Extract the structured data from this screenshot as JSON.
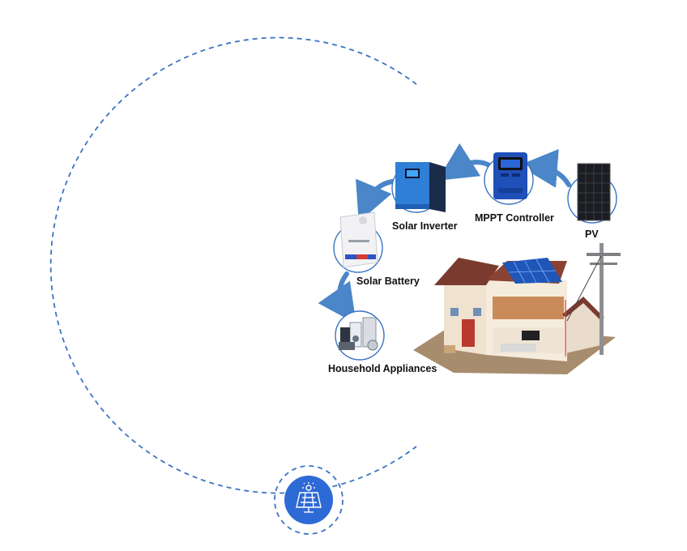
{
  "nodes": {
    "pv": {
      "label": "PV",
      "icon": "solar-panel-icon"
    },
    "mppt": {
      "label": "MPPT Controller",
      "icon": "mppt-controller-icon"
    },
    "inverter": {
      "label": "Solar Inverter",
      "icon": "inverter-icon"
    },
    "battery": {
      "label": "Solar Battery",
      "icon": "battery-icon"
    },
    "appliances": {
      "label": "Household Appliances",
      "icon": "appliances-icon"
    }
  },
  "flow": [
    "PV",
    "MPPT Controller",
    "Solar Inverter",
    "Solar Battery",
    "Household Appliances"
  ],
  "bottom_badge": {
    "icon": "solar-panel-icon"
  },
  "colors": {
    "accent": "#2f6fd0",
    "dashed_ring": "#3a74c4",
    "arrow": "#4a86c8",
    "badge_fill": "#2e6ad6"
  }
}
